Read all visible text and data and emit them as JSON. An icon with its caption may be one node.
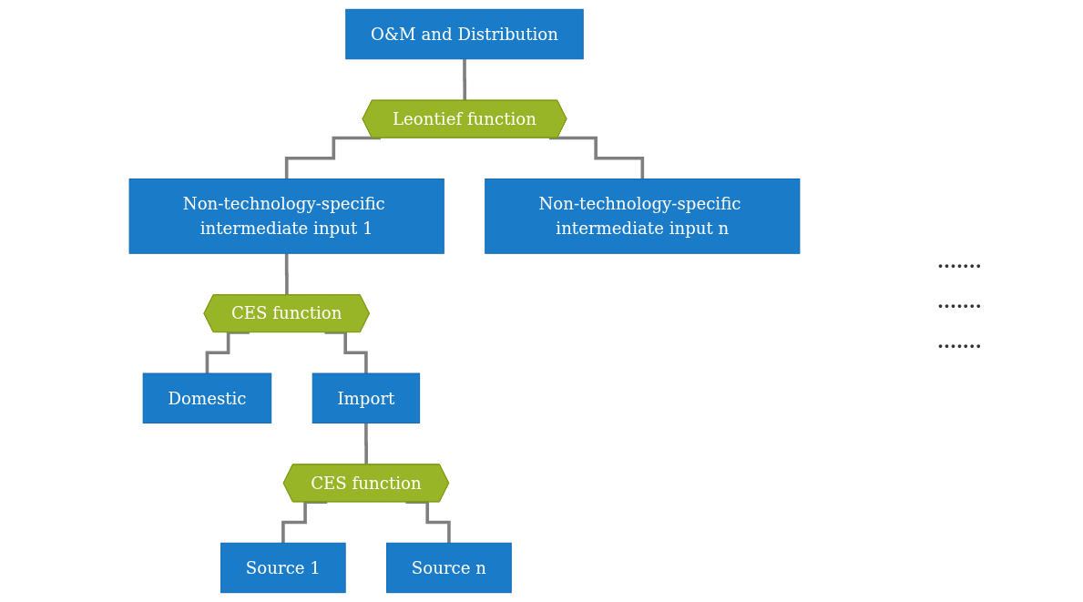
{
  "diagram": {
    "nodes": [
      {
        "text": [
          "O&M and Distribution"
        ]
      },
      {
        "text": [
          "Leontief function"
        ]
      },
      {
        "text": [
          "Non-technology-specific intermediate input 1"
        ]
      },
      {
        "text": [
          "Non-technology-specific intermediate input n"
        ]
      },
      {
        "text": [
          "CES function"
        ]
      },
      {
        "text": [
          "Domestic"
        ]
      },
      {
        "text": [
          "Import"
        ]
      },
      {
        "text": [
          "CES function"
        ]
      },
      {
        "text": [
          "Source 1"
        ]
      },
      {
        "text": [
          "Source n"
        ]
      }
    ],
    "edges": [
      {
        "from": 0,
        "to": 1,
        "arrow": "none"
      },
      {
        "from": 1,
        "to": 2,
        "arrow": "none"
      },
      {
        "from": 1,
        "to": 3,
        "arrow": "none"
      },
      {
        "from": 2,
        "to": 4,
        "arrow": "none"
      },
      {
        "from": 4,
        "to": 5,
        "arrow": "none"
      },
      {
        "from": 4,
        "to": 6,
        "arrow": "none"
      },
      {
        "from": 6,
        "to": 7,
        "arrow": "none"
      },
      {
        "from": 7,
        "to": 8,
        "arrow": "none"
      },
      {
        "from": 7,
        "to": 9,
        "arrow": "none"
      }
    ],
    "labels": [
      ".......",
      ".......",
      "......."
    ]
  }
}
